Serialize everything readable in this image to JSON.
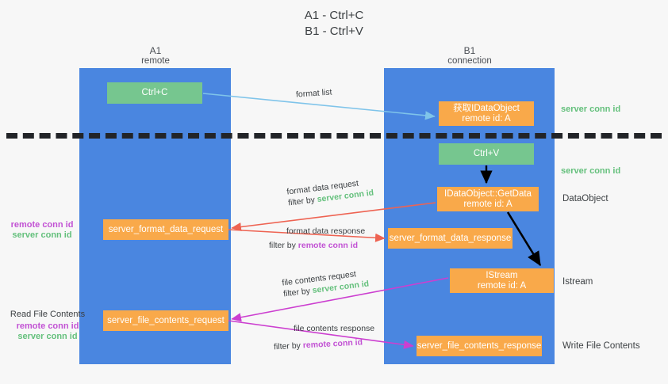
{
  "title": {
    "line1": "A1 - Ctrl+C",
    "line2": "B1 - Ctrl+V"
  },
  "lanes": [
    {
      "name": "A1",
      "sub": "remote"
    },
    {
      "name": "B1",
      "sub": "connection"
    }
  ],
  "boxes": {
    "ctrl_c": {
      "label": "Ctrl+C",
      "color": "#76c68f"
    },
    "get_idataobject": {
      "line1": "获取IDataObject",
      "line2": "remote id: A",
      "color": "#f9a94a"
    },
    "ctrl_v": {
      "label": "Ctrl+V",
      "color": "#76c68f"
    },
    "idataobject_getdata": {
      "line1": "IDataObject::GetData",
      "line2": "remote id: A",
      "color": "#f9a94a"
    },
    "istream": {
      "line1": "IStream",
      "line2": "remote id: A",
      "color": "#f9a94a"
    },
    "server_format_data_request": {
      "label": "server_format_data_request",
      "color": "#f9a94a"
    },
    "server_format_data_response": {
      "label": "server_format_data_response",
      "color": "#f9a94a"
    },
    "server_file_contents_request": {
      "label": "server_file_contents_request",
      "color": "#f9a94a"
    },
    "server_file_contents_response": {
      "label": "server_file_contents_response",
      "color": "#f9a94a"
    }
  },
  "edge_labels": {
    "format_list": "format list",
    "format_data_request": "format data request",
    "format_data_request_filter_prefix": "filter by ",
    "format_data_request_filter_key": "server conn id",
    "format_data_response": "format data response",
    "format_data_response_filter_prefix": "filter by ",
    "format_data_response_filter_key": "remote conn id",
    "file_contents_request": "file contents request",
    "file_contents_request_filter_prefix": "filter by ",
    "file_contents_request_filter_key": "server conn id",
    "file_contents_response": "file contents response",
    "file_contents_response_filter_prefix": "filter by ",
    "file_contents_response_filter_key": "remote conn id"
  },
  "annotations": {
    "server_conn_id_top": "server conn id",
    "server_conn_id_mid": "server conn id",
    "dataobject": "DataObject",
    "istream": "Istream",
    "write_file_contents": "Write File Contents",
    "read_file_contents": "Read File Contents",
    "remote_conn_id": "remote conn id",
    "server_conn_id": "server conn id"
  },
  "colors": {
    "lane": "#4a86e0",
    "green_box": "#76c68f",
    "orange_box": "#f9a94a",
    "green_text": "#64c07c",
    "purple_text": "#c252d4",
    "red_arrow": "#ee6352",
    "magenta_arrow": "#cc3fd0",
    "light_blue_arrow": "#7fc4ea",
    "black_arrow": "#000000",
    "divider": "#222428",
    "background": "#f7f7f7"
  }
}
